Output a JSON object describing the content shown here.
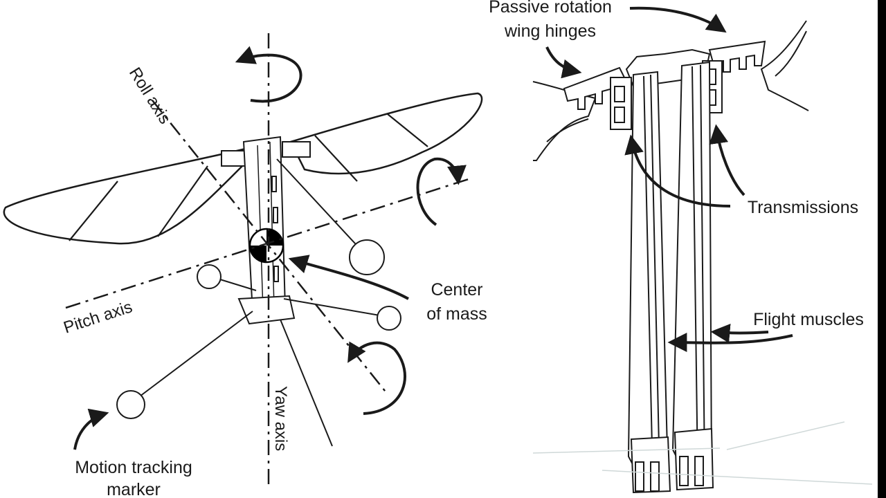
{
  "left_panel": {
    "labels": {
      "roll_axis": "Roll axis",
      "pitch_axis": "Pitch axis",
      "yaw_axis": "Yaw axis",
      "center_of_mass_line1": "Center",
      "center_of_mass_line2": "of mass",
      "motion_tracking_line1": "Motion tracking",
      "motion_tracking_line2": "marker"
    }
  },
  "right_panel": {
    "labels": {
      "hinges_line1": "Passive rotation",
      "hinges_line2": "wing hinges",
      "transmissions": "Transmissions",
      "flight_muscles": "Flight muscles"
    }
  },
  "colors": {
    "ink": "#1a1a1a",
    "paper": "#ffffff",
    "edge": "#000000"
  }
}
